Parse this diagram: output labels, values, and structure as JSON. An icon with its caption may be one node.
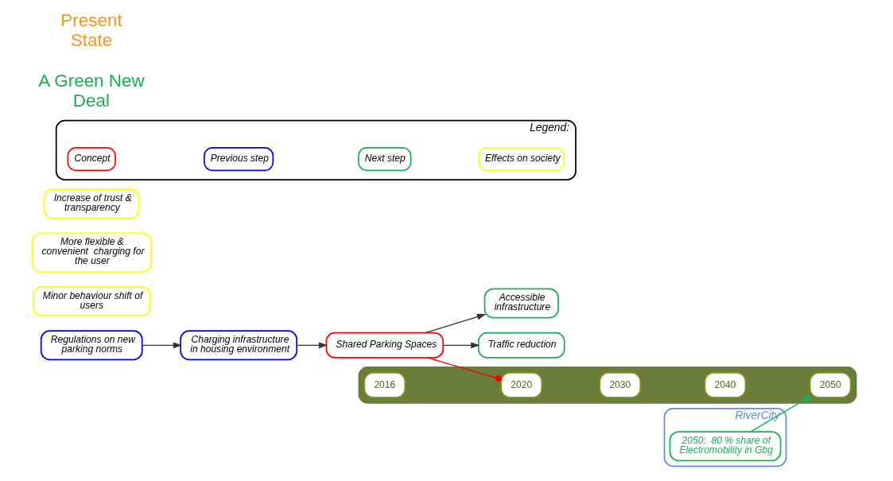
{
  "diagram": {
    "nodes": [
      {
        "text": [
          "Regulations on new parking norms"
        ]
      },
      {
        "text": [
          "Charging infrastructure in housing environment"
        ]
      },
      {
        "text": [
          "Shared Parking Spaces"
        ]
      },
      {
        "text": [
          "Accessible infrastructure"
        ]
      },
      {
        "text": [
          "Traffic reduction"
        ]
      },
      {
        "text": [
          "RiverCity"
        ]
      },
      {
        "text": [
          "2050:  80 % share of Electromobility in Gbg"
        ],
        "in": 5
      },
      {
        "text": [],
        "shape": "arrow"
      },
      {
        "text": [
          "2050"
        ],
        "in": 7
      },
      {
        "text": [
          "2040"
        ],
        "in": 7
      },
      {
        "text": [
          "2030"
        ],
        "in": 7
      },
      {
        "text": [
          "2020"
        ],
        "in": 7
      },
      {
        "text": [
          "2016"
        ],
        "in": 7
      },
      {
        "text": [
          "Minor behaviour shift of users"
        ]
      },
      {
        "text": [
          "More flexible & convenient  charging for the user"
        ]
      },
      {
        "text": [
          "Increase of trust & transparency"
        ]
      },
      {
        "text": [
          "Legend:"
        ]
      }
    ],
    "edges": [
      {
        "from": 0,
        "to": 1,
        "arrow": "to"
      },
      {
        "from": 1,
        "to": 2,
        "arrow": "to"
      },
      {
        "from": 2,
        "to": 3,
        "arrow": "to"
      },
      {
        "from": 2,
        "to": 4,
        "arrow": "to"
      },
      {
        "from": 2,
        "to": 11,
        "arrow": "other",
        "color": "#ff0000"
      },
      {
        "from": 6,
        "to": 8,
        "arrow": "other",
        "color": "#1aae57"
      }
    ],
    "labels": [
      "A Green New Deal",
      "Present State"
    ],
    "legend": [
      {
        "text": "Concept",
        "color": "#ff0000"
      },
      {
        "text": "Previous step",
        "color": "#0000ff"
      },
      {
        "text": "Next step",
        "color": "#1aae57"
      },
      {
        "text": "Effects on society",
        "color": "#ffff00"
      }
    ]
  }
}
